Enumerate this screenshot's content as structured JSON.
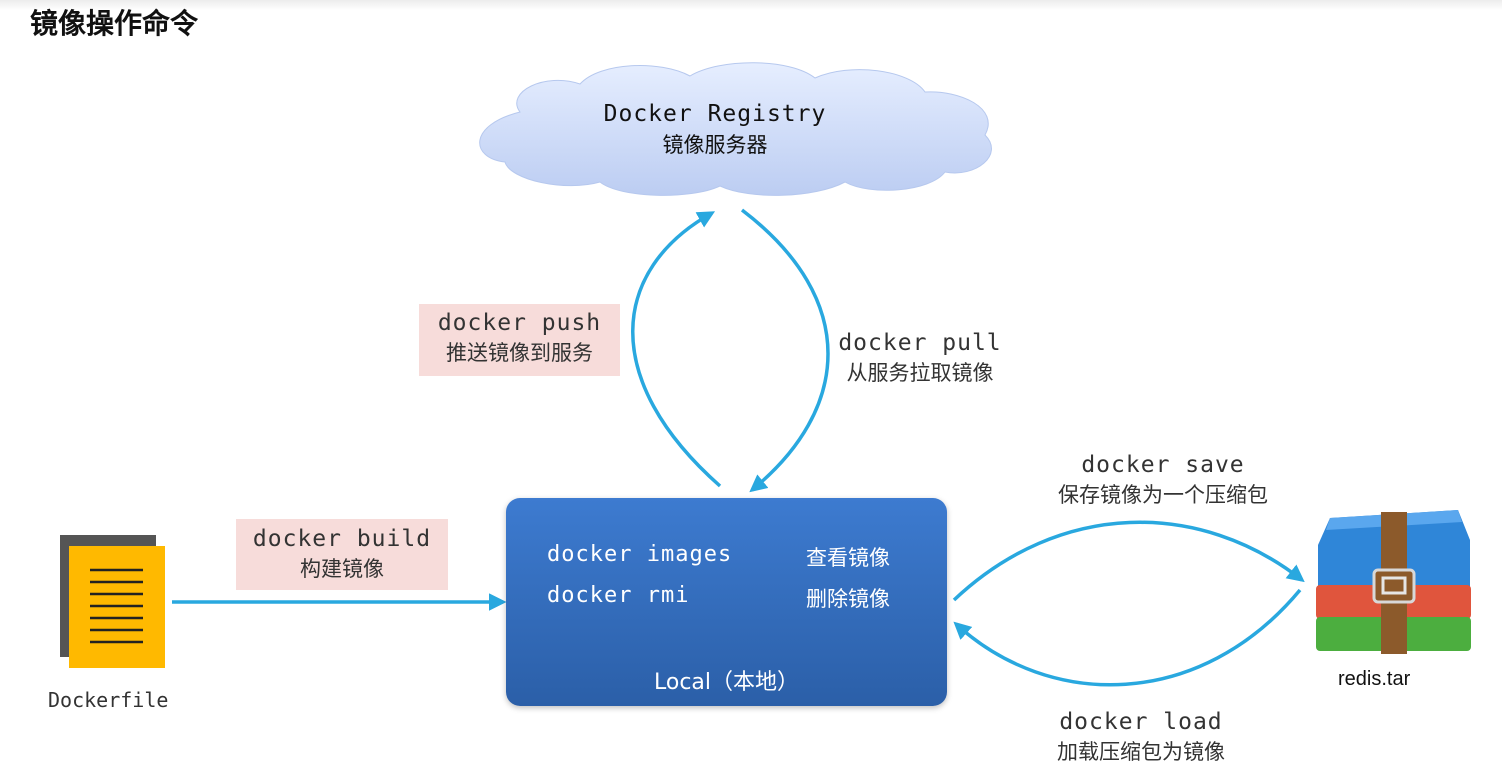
{
  "page": {
    "title": "镜像操作命令"
  },
  "registry": {
    "name": "Docker Registry",
    "desc": "镜像服务器"
  },
  "push": {
    "cmd": "docker push",
    "desc": "推送镜像到服务"
  },
  "pull": {
    "cmd": "docker pull",
    "desc": "从服务拉取镜像"
  },
  "build": {
    "cmd": "docker build",
    "desc": "构建镜像"
  },
  "save": {
    "cmd": "docker save",
    "desc": "保存镜像为一个压缩包"
  },
  "load": {
    "cmd": "docker load",
    "desc": "加载压缩包为镜像"
  },
  "local": {
    "rows": [
      {
        "cmd": "docker images",
        "desc": "查看镜像"
      },
      {
        "cmd": "docker rmi",
        "desc": "删除镜像"
      }
    ],
    "title": "Local（本地）"
  },
  "dockerfile": {
    "label": "Dockerfile"
  },
  "archive": {
    "label": "redis.tar"
  },
  "colors": {
    "arrow": "#29a8df",
    "local_top": "#3d7bd0",
    "local_bottom": "#2b5fa8",
    "label_bg": "#f7dcda",
    "cloud": "#c9d7f5",
    "file_yellow": "#ffb900",
    "file_shadow": "#555555"
  }
}
